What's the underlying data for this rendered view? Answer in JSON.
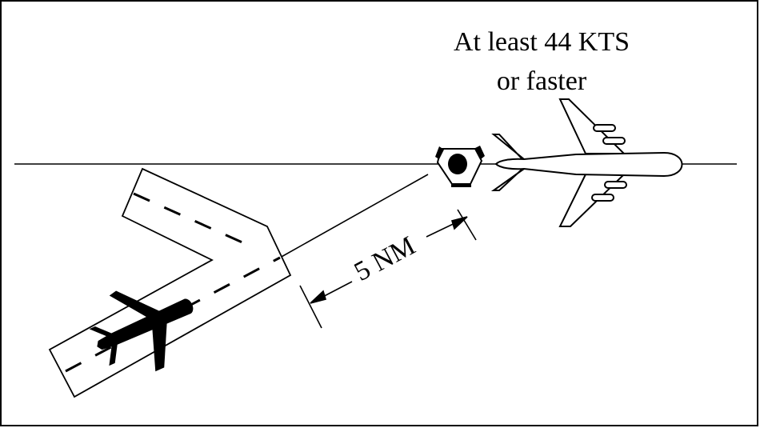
{
  "diagram": {
    "speed_line1": "At least 44 KTS",
    "speed_line2": "or faster",
    "distance_label": "5 NM",
    "icons": [
      "vor-station-icon",
      "departing-aircraft-icon",
      "overflying-aircraft-icon"
    ],
    "colors": {
      "stroke": "#000000",
      "background": "#ffffff"
    }
  }
}
